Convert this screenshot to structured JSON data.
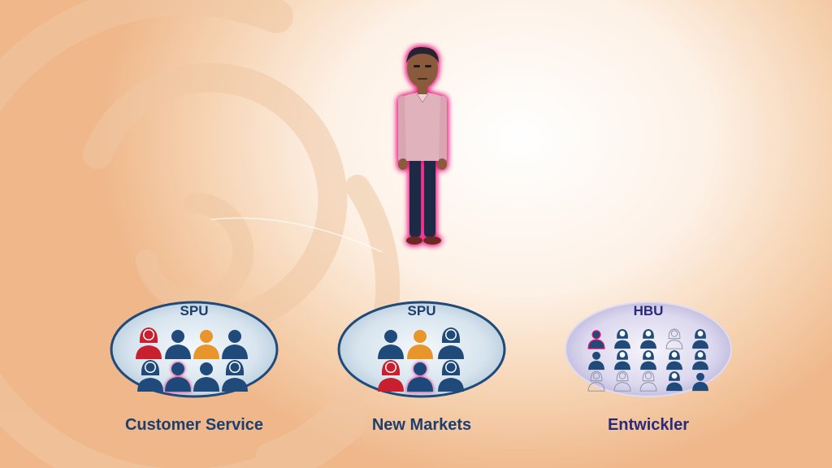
{
  "groups": [
    {
      "title": "SPU",
      "label": "Customer Service"
    },
    {
      "title": "SPU",
      "label": "New Markets"
    },
    {
      "title": "HBU",
      "label": "Entwickler"
    }
  ],
  "colors": {
    "navy": "#1f4a7a",
    "orange": "#e8952c",
    "red": "#c8202e",
    "highlight": "#e01c74",
    "label": "#1c3f6e",
    "hbu_label": "#2a2a7a"
  }
}
